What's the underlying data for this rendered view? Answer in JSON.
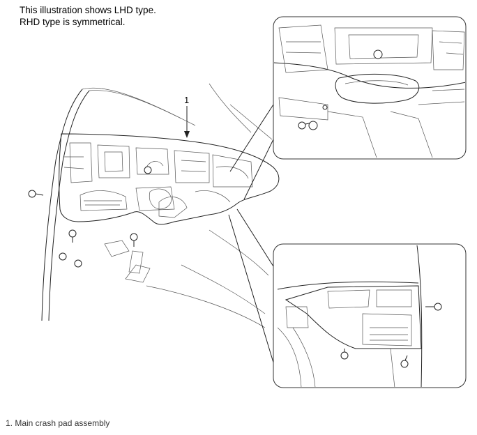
{
  "note": {
    "line1": "This illustration shows LHD type.",
    "line2": "RHD type is symmetrical."
  },
  "callout": {
    "number": "1"
  },
  "legend": {
    "item1": "1. Main crash pad assembly"
  }
}
